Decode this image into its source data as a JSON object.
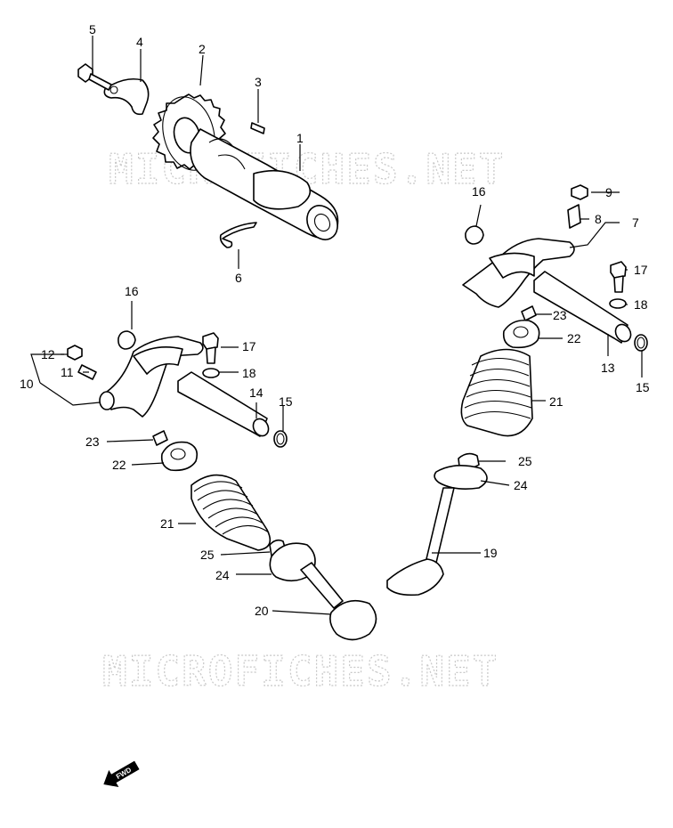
{
  "watermark": {
    "text": "MICROFICHES.NET"
  },
  "fwd_arrow": {
    "label": "FWD"
  },
  "callouts": [
    "1",
    "2",
    "3",
    "4",
    "5",
    "6",
    "7",
    "8",
    "9",
    "10",
    "11",
    "12",
    "13",
    "14",
    "15",
    "16",
    "17",
    "18",
    "19",
    "20",
    "21",
    "22",
    "23",
    "24",
    "25"
  ],
  "labels": {
    "l1": "1",
    "l2": "2",
    "l3": "3",
    "l4": "4",
    "l5": "5",
    "l6": "6",
    "l7": "7",
    "l8": "8",
    "l9": "9",
    "l10": "10",
    "l11": "11",
    "l12": "12",
    "l13": "13",
    "l14": "14",
    "l15": "15",
    "l16a": "16",
    "l16b": "16",
    "l17a": "17",
    "l17b": "17",
    "l18a": "18",
    "l18b": "18",
    "l19": "19",
    "l20": "20",
    "l21a": "21",
    "l21b": "21",
    "l22a": "22",
    "l22b": "22",
    "l23a": "23",
    "l23b": "23",
    "l24a": "24",
    "l24b": "24",
    "l25a": "25",
    "l25b": "25"
  }
}
